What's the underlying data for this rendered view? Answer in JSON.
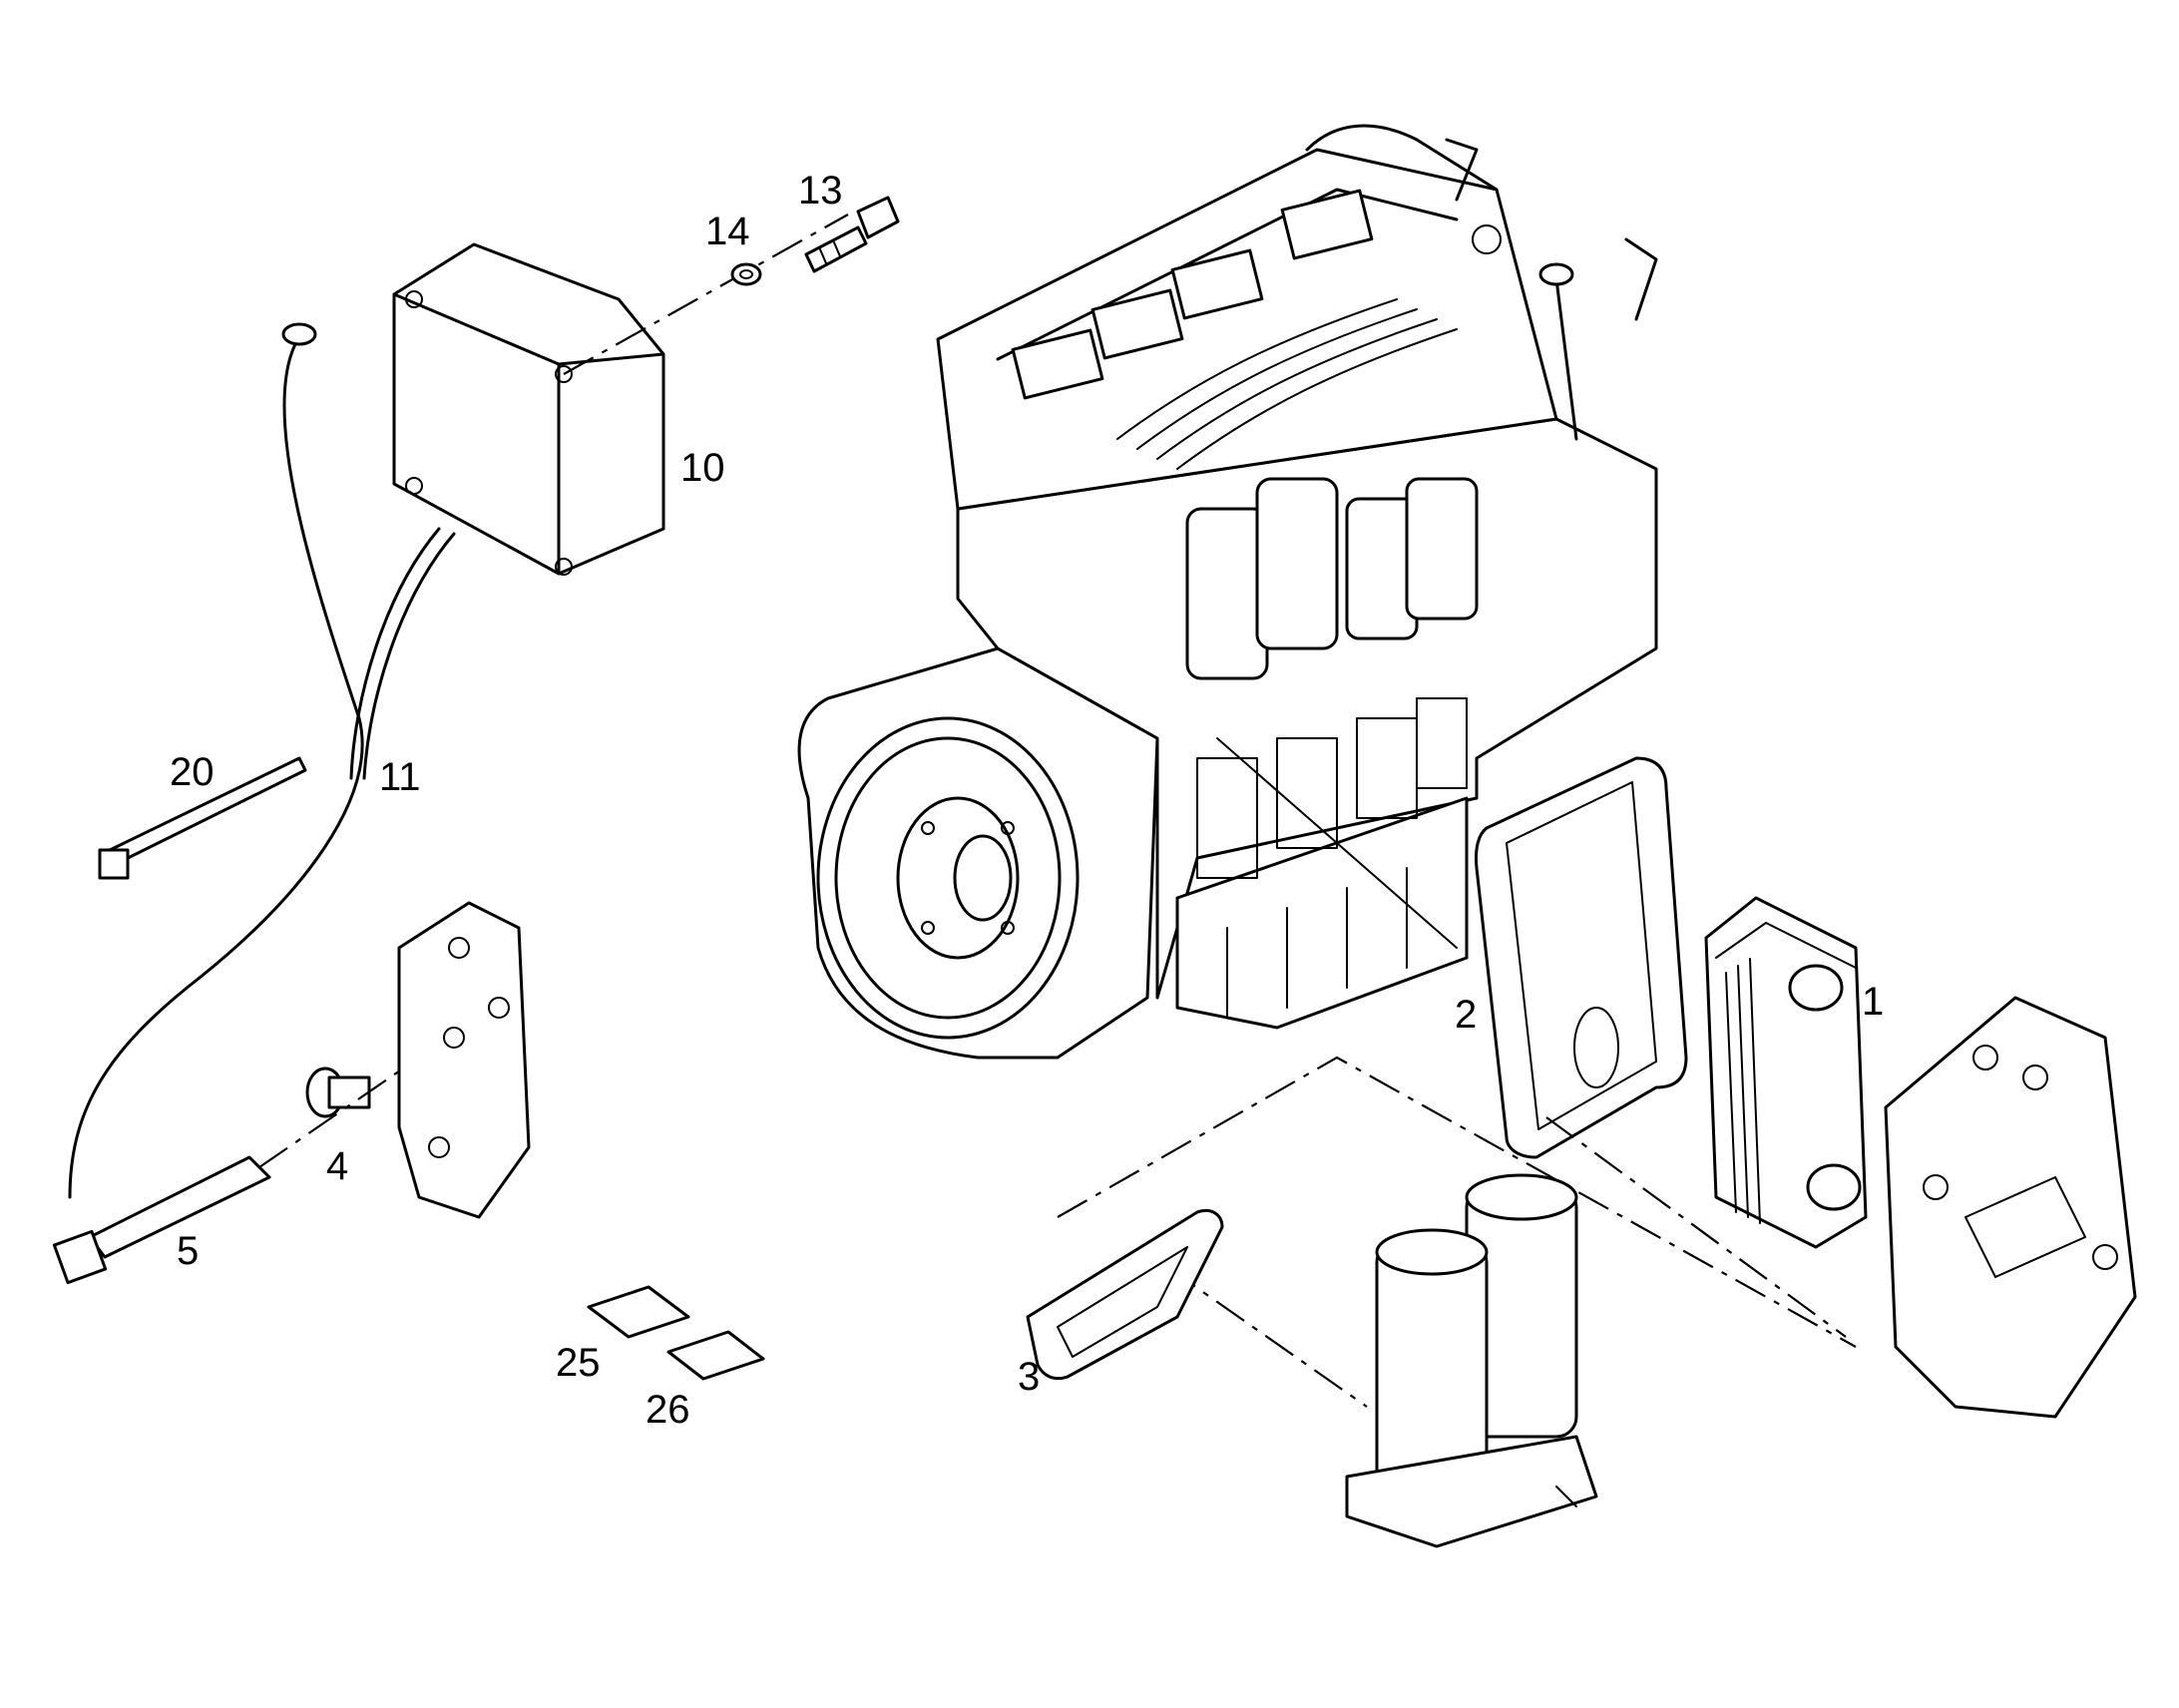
{
  "callouts": {
    "c1": "1",
    "c2": "2",
    "c3": "3",
    "c4": "4",
    "c5": "5",
    "c10": "10",
    "c11": "11",
    "c13": "13",
    "c14": "14",
    "c20": "20",
    "c25": "25",
    "c26": "26"
  }
}
